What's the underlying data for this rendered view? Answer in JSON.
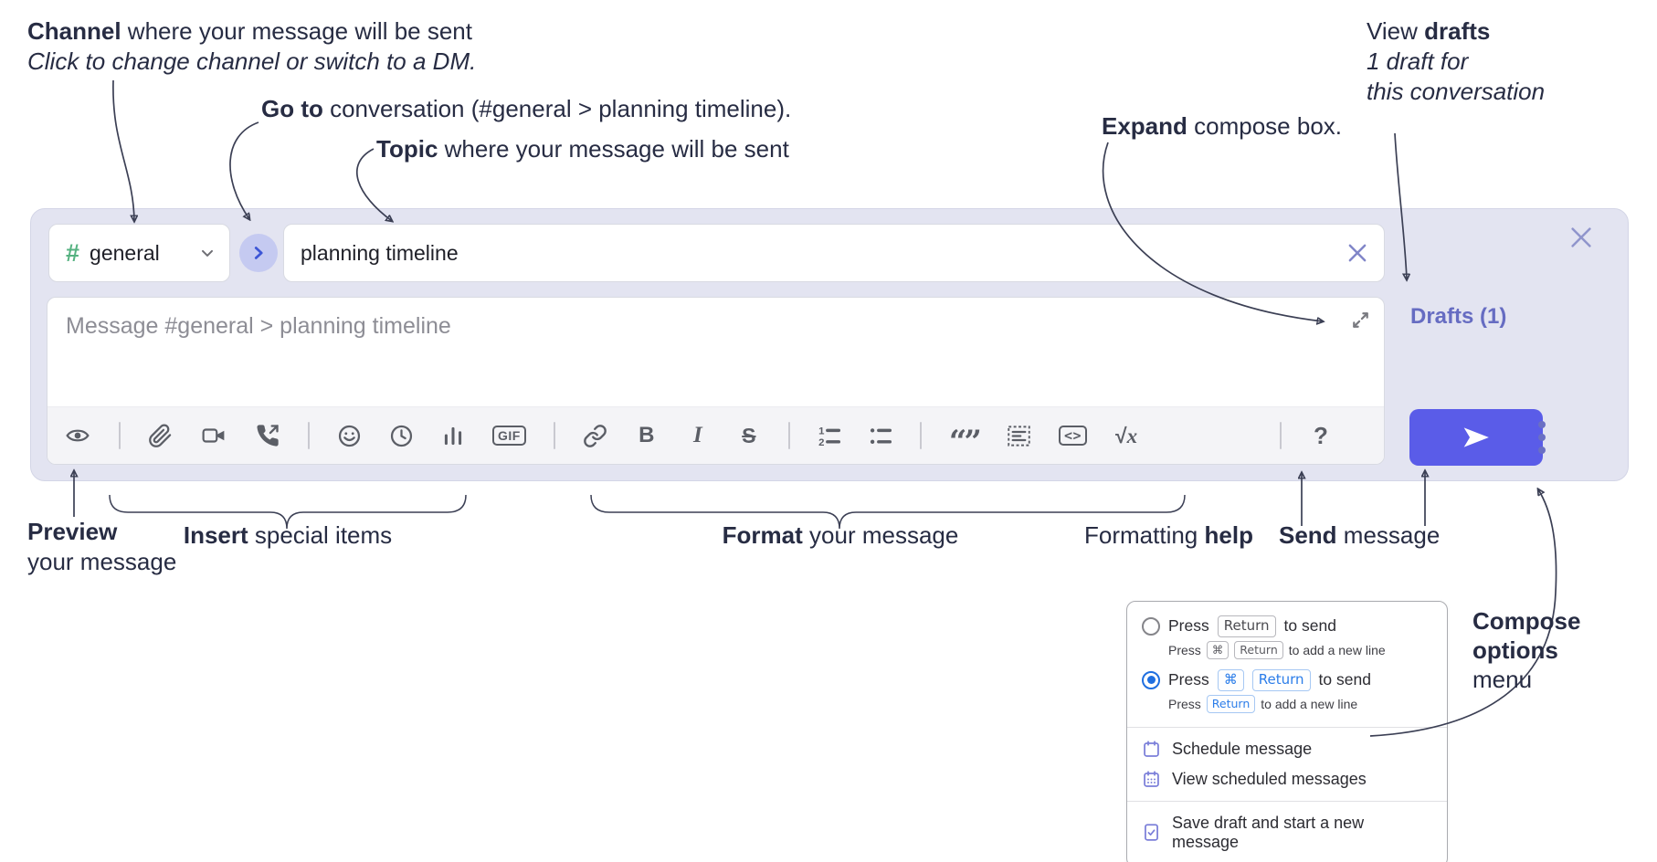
{
  "colors": {
    "accent_purple": "#5a5ce8",
    "lavender_bg": "#e3e4f1",
    "drafts_link": "#666cc2",
    "channel_hash": "#56b281",
    "goto_blue": "#3d56d6",
    "goto_circle": "#c5caf1",
    "menu_icon_purple": "#7b7fd9",
    "key_blue": "#2b7de9",
    "ink": "#272c43",
    "icon_gray": "#5b5e66"
  },
  "annotations": {
    "channel": {
      "bold": "Channel",
      "rest": " where your message will be sent",
      "sub": "Click to change channel or switch to a DM."
    },
    "goto": {
      "bold": "Go to",
      "rest": " conversation (#general > planning timeline)."
    },
    "topic": {
      "bold": "Topic",
      "rest": " where your message will be sent"
    },
    "expand": {
      "bold": "Expand",
      "rest": " compose box."
    },
    "view_drafts": {
      "pre": "View ",
      "bold": "drafts",
      "line2": "1 draft for",
      "line3": "this conversation"
    },
    "preview": {
      "bold": "Preview",
      "line2": "your message"
    },
    "insert": {
      "bold": "Insert",
      "rest": " special items"
    },
    "format": {
      "bold": "Format",
      "rest": " your message"
    },
    "formatting_help": {
      "pre": "Formatting ",
      "bold": "help"
    },
    "send": {
      "bold": "Send",
      "rest": " message"
    },
    "compose_options": {
      "bold1": "Compose",
      "bold2": "options",
      "line3": "menu"
    }
  },
  "compose": {
    "channel": {
      "hash": "#",
      "name": "general"
    },
    "topic_value": "planning timeline",
    "message_placeholder": "Message #general > planning timeline",
    "drafts_link": "Drafts (1)",
    "toolbar": {
      "gif": "GIF",
      "bold": "B",
      "italic": "I",
      "strike": "S",
      "quote": "“”",
      "code": "<>",
      "sqrt_sign": "√",
      "sqrt_var": "x",
      "help": "?"
    }
  },
  "menu": {
    "option1": {
      "press": "Press",
      "key1": "Return",
      "after": "to send",
      "sub_press": "Press",
      "sub_key1": "⌘",
      "sub_key2": "Return",
      "sub_after": "to add a new line"
    },
    "option2": {
      "press": "Press",
      "key1": "⌘",
      "key2": "Return",
      "after": "to send",
      "sub_press": "Press",
      "sub_key1": "Return",
      "sub_after": "to add a new line"
    },
    "item_schedule": "Schedule message",
    "item_view_scheduled": "View scheduled messages",
    "item_save_draft": "Save draft and start a new message"
  }
}
